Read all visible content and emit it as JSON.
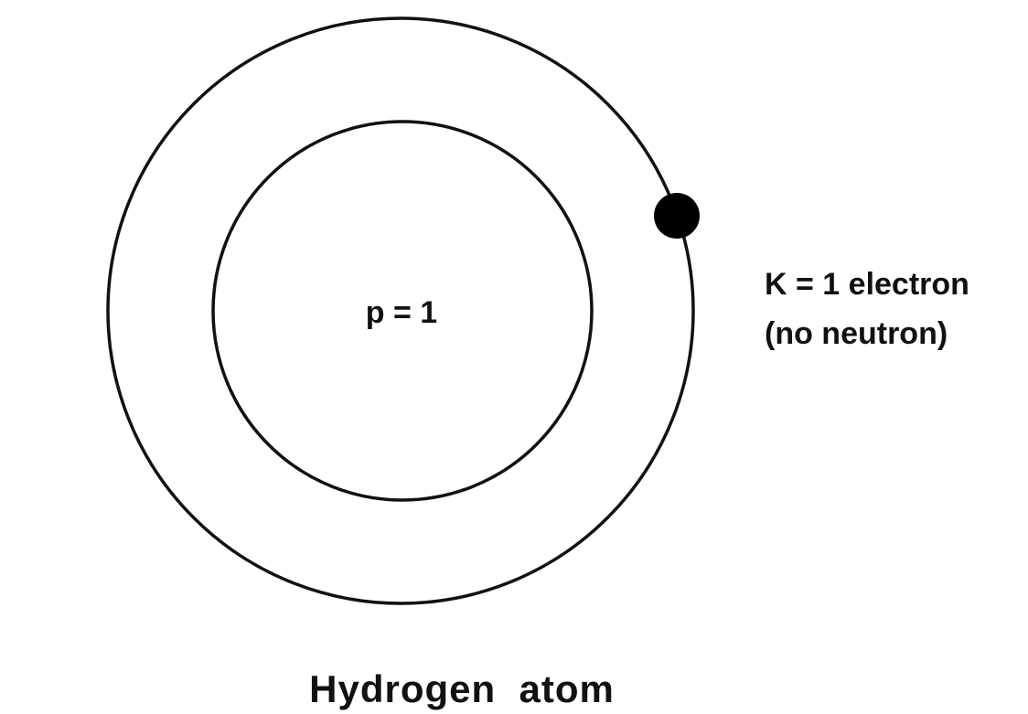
{
  "diagram": {
    "nucleus_label": "p = 1",
    "shell_label_line1": "K = 1 electron",
    "shell_label_line2": "(no neutron)",
    "caption": "Hydrogen  atom"
  },
  "colors": {
    "stroke": "#111111",
    "electron": "#000000",
    "background": "#ffffff"
  },
  "icons": {
    "electron": "filled-circle"
  }
}
